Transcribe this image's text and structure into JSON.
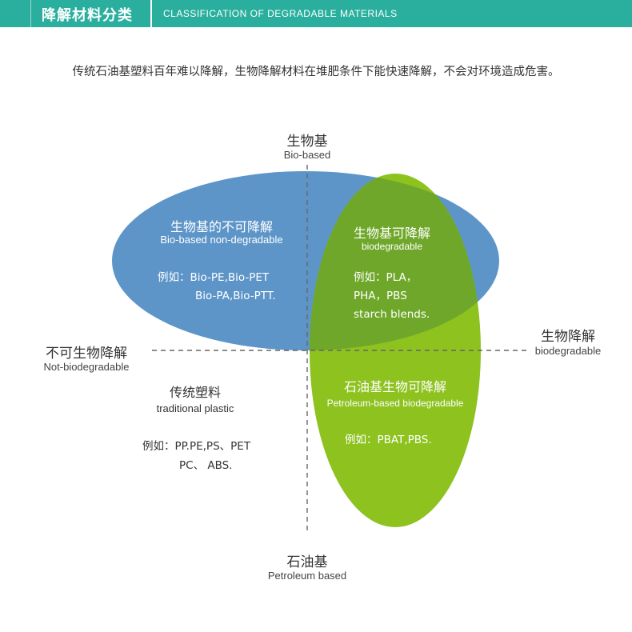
{
  "header": {
    "title_zh": "降解材料分类",
    "title_en": "CLASSIFICATION OF DEGRADABLE MATERIALS"
  },
  "intro": "传统石油基塑料百年难以降解，生物降解材料在堆肥条件下能快速降解，不会对环境造成危害。",
  "axes": {
    "top_zh": "生物基",
    "top_en": "Bio-based",
    "bottom_zh": "石油基",
    "bottom_en": "Petroleum based",
    "left_zh": "不可生物降解",
    "left_en": "Not-biodegradable",
    "right_zh": "生物降解",
    "right_en": "biodegradable"
  },
  "regions": {
    "bio_non_degradable": {
      "title_zh": "生物基的不可降解",
      "title_en": "Bio-based non-degradable",
      "example_line1": "例如：Bio-PE,Bio-PET",
      "example_line2": "Bio-PA,Bio-PTT."
    },
    "bio_degradable": {
      "title_zh": "生物基可降解",
      "title_en": "biodegradable",
      "example_line1": "例如：PLA，",
      "example_line2": "PHA，PBS",
      "example_line3": "starch blends."
    },
    "petro_degradable": {
      "title_zh": "石油基生物可降解",
      "title_en": "Petroleum-based biodegradable",
      "example_line1": "例如：PBAT,PBS."
    },
    "traditional": {
      "title_zh": "传统塑料",
      "title_en": "traditional plastic",
      "example_line1": "例如：PP.PE,PS、PET",
      "example_line2": "PC、 ABS."
    }
  },
  "colors": {
    "header_bg": "#2aaf9e",
    "blue_ellipse": "#5d95c8",
    "green_ellipse": "#8dc21f",
    "overlap": "#6fa72a"
  }
}
